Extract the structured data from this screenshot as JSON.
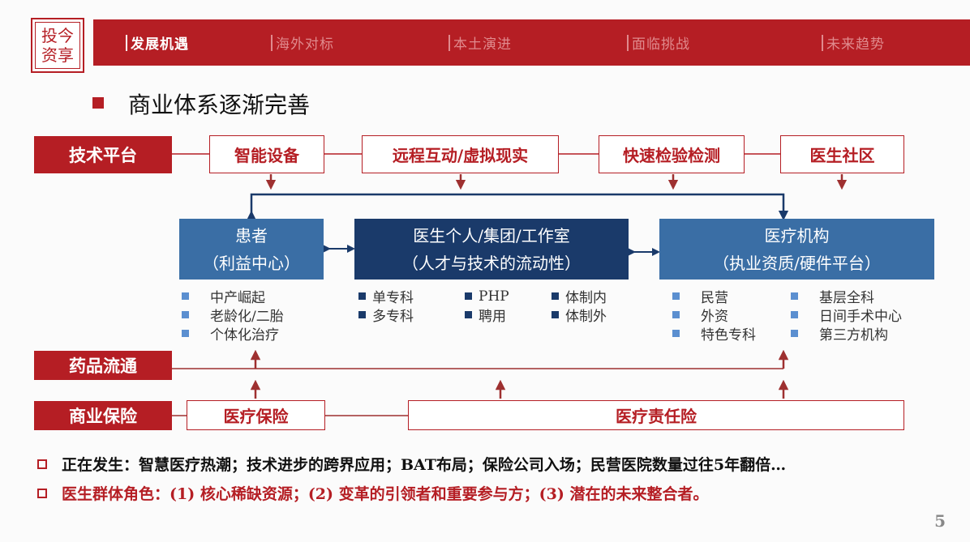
{
  "header": {
    "logo_text": "投今资享",
    "tabs": [
      {
        "label": "发展机遇",
        "active": true
      },
      {
        "label": "海外对标",
        "active": false
      },
      {
        "label": "本土演进",
        "active": false
      },
      {
        "label": "面临挑战",
        "active": false
      },
      {
        "label": "未来趋势",
        "active": false
      }
    ]
  },
  "title": "商业体系逐渐完善",
  "rows": {
    "tech_label": "技术平台",
    "drug_label": "药品流通",
    "insurance_label": "商业保险"
  },
  "tech_items": [
    "智能设备",
    "远程互动/虚拟现实",
    "快速检验检测",
    "医生社区"
  ],
  "patients": {
    "title": "患者",
    "subtitle": "（利益中心）",
    "bullets": [
      "中产崛起",
      "老龄化/二胎",
      "个体化治疗"
    ]
  },
  "doctors": {
    "title": "医生个人/集团/工作室",
    "subtitle": "（人才与技术的流动性）",
    "bullets_col1": [
      "单专科",
      "多专科"
    ],
    "bullets_col2": [
      "PHP",
      "聘用"
    ],
    "bullets_col3": [
      "体制内",
      "体制外"
    ]
  },
  "institutions": {
    "title": "医疗机构",
    "subtitle": "（执业资质/硬件平台）",
    "bullets_col1": [
      "民营",
      "外资",
      "特色专科"
    ],
    "bullets_col2": [
      "基层全科",
      "日间手术中心",
      "第三方机构"
    ]
  },
  "insurance_items": {
    "medical_insurance": "医疗保险",
    "liability_insurance": "医疗责任险"
  },
  "notes": [
    {
      "text": "正在发生：智慧医疗热潮；技术进步的跨界应用；BAT布局；保险公司入场；民营医院数量过往5年翻倍…",
      "color": "#111111"
    },
    {
      "text": "医生群体角色：(1) 核心稀缺资源；(2) 变革的引领者和重要参与方；(3) 潜在的未来整合者。",
      "color": "#b51e24"
    }
  ],
  "page_number": "5",
  "colors": {
    "brand_red": "#b51e24",
    "patient_blue": "#3a6ea5",
    "doctor_navy": "#1a3a6a",
    "institution_blue": "#3a6ea5",
    "light_bullet": "#5b8fd0",
    "dark_bullet": "#1a3a6a"
  }
}
